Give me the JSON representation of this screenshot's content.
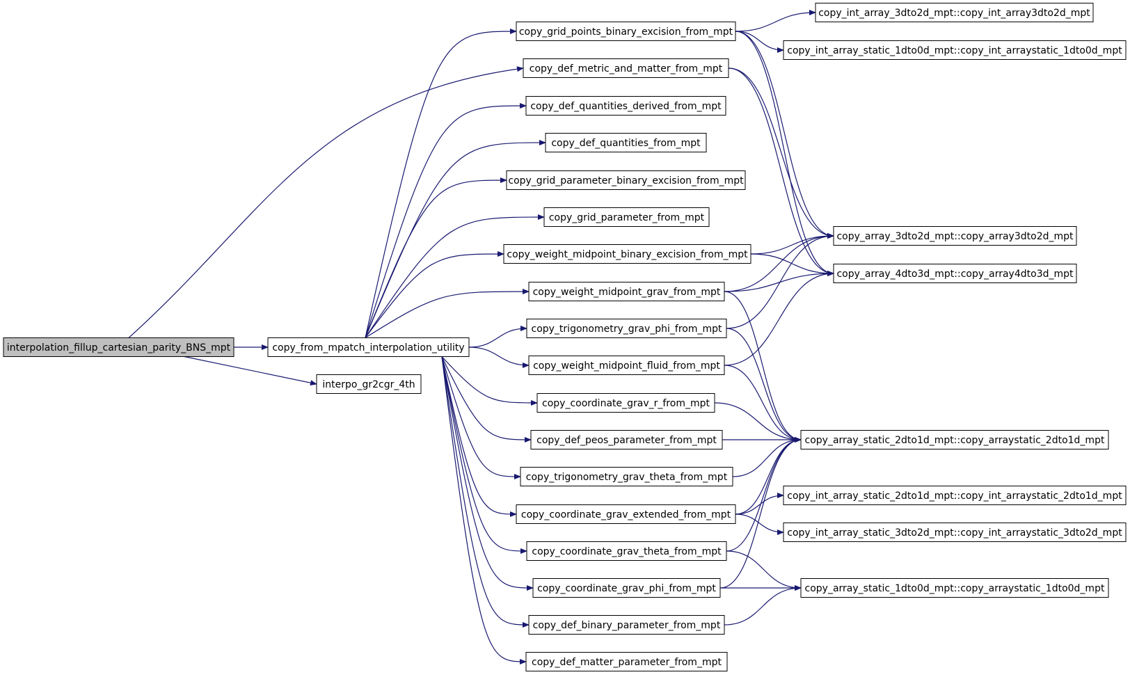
{
  "diagram": {
    "edge_color": "#191970",
    "root_fill": "#bfbfbf",
    "nodes": [
      {
        "id": "root",
        "label": "interpolation_fillup_cartesian_parity_BNS_mpt",
        "root": true
      },
      {
        "id": "util",
        "label": "copy_from_mpatch_interpolation_utility"
      },
      {
        "id": "interpo",
        "label": "interpo_gr2cgr_4th"
      },
      {
        "id": "gpbe",
        "label": "copy_grid_points_binary_excision_from_mpt"
      },
      {
        "id": "dmm",
        "label": "copy_def_metric_and_matter_from_mpt"
      },
      {
        "id": "dqd",
        "label": "copy_def_quantities_derived_from_mpt"
      },
      {
        "id": "dq",
        "label": "copy_def_quantities_from_mpt"
      },
      {
        "id": "gpbex",
        "label": "copy_grid_parameter_binary_excision_from_mpt"
      },
      {
        "id": "gp",
        "label": "copy_grid_parameter_from_mpt"
      },
      {
        "id": "wmbe",
        "label": "copy_weight_midpoint_binary_excision_from_mpt"
      },
      {
        "id": "wmg",
        "label": "copy_weight_midpoint_grav_from_mpt"
      },
      {
        "id": "tgp",
        "label": "copy_trigonometry_grav_phi_from_mpt"
      },
      {
        "id": "wmf",
        "label": "copy_weight_midpoint_fluid_from_mpt"
      },
      {
        "id": "cgr",
        "label": "copy_coordinate_grav_r_from_mpt"
      },
      {
        "id": "dpeos",
        "label": "copy_def_peos_parameter_from_mpt"
      },
      {
        "id": "tgt",
        "label": "copy_trigonometry_grav_theta_from_mpt"
      },
      {
        "id": "cge",
        "label": "copy_coordinate_grav_extended_from_mpt"
      },
      {
        "id": "cgt",
        "label": "copy_coordinate_grav_theta_from_mpt"
      },
      {
        "id": "cgp",
        "label": "copy_coordinate_grav_phi_from_mpt"
      },
      {
        "id": "dbp",
        "label": "copy_def_binary_parameter_from_mpt"
      },
      {
        "id": "dmp",
        "label": "copy_def_matter_parameter_from_mpt"
      },
      {
        "id": "ia3",
        "label": "copy_int_array_3dto2d_mpt::copy_int_array3dto2d_mpt"
      },
      {
        "id": "ias1",
        "label": "copy_int_array_static_1dto0d_mpt::copy_int_arraystatic_1dto0d_mpt"
      },
      {
        "id": "a3",
        "label": "copy_array_3dto2d_mpt::copy_array3dto2d_mpt"
      },
      {
        "id": "a4",
        "label": "copy_array_4dto3d_mpt::copy_array4dto3d_mpt"
      },
      {
        "id": "as2",
        "label": "copy_array_static_2dto1d_mpt::copy_arraystatic_2dto1d_mpt"
      },
      {
        "id": "ias2",
        "label": "copy_int_array_static_2dto1d_mpt::copy_int_arraystatic_2dto1d_mpt"
      },
      {
        "id": "ias3",
        "label": "copy_int_array_static_3dto2d_mpt::copy_int_arraystatic_3dto2d_mpt"
      },
      {
        "id": "as1",
        "label": "copy_array_static_1dto0d_mpt::copy_arraystatic_1dto0d_mpt"
      }
    ],
    "edges": [
      [
        "root",
        "util"
      ],
      [
        "root",
        "interpo"
      ],
      [
        "root",
        "dmm"
      ],
      [
        "util",
        "gpbe"
      ],
      [
        "util",
        "dqd"
      ],
      [
        "util",
        "dq"
      ],
      [
        "util",
        "gpbex"
      ],
      [
        "util",
        "gp"
      ],
      [
        "util",
        "wmbe"
      ],
      [
        "util",
        "wmg"
      ],
      [
        "util",
        "tgp"
      ],
      [
        "util",
        "wmf"
      ],
      [
        "util",
        "cgr"
      ],
      [
        "util",
        "dpeos"
      ],
      [
        "util",
        "tgt"
      ],
      [
        "util",
        "cge"
      ],
      [
        "util",
        "cgt"
      ],
      [
        "util",
        "cgp"
      ],
      [
        "util",
        "dbp"
      ],
      [
        "util",
        "dmp"
      ],
      [
        "gpbe",
        "ia3"
      ],
      [
        "gpbe",
        "ias1"
      ],
      [
        "gpbe",
        "a3"
      ],
      [
        "gpbe",
        "a4"
      ],
      [
        "dmm",
        "a3"
      ],
      [
        "dmm",
        "a4"
      ],
      [
        "wmbe",
        "a3"
      ],
      [
        "wmbe",
        "a4"
      ],
      [
        "wmg",
        "a3"
      ],
      [
        "wmg",
        "a4"
      ],
      [
        "wmg",
        "as2"
      ],
      [
        "tgp",
        "a3"
      ],
      [
        "tgp",
        "as2"
      ],
      [
        "wmf",
        "a4"
      ],
      [
        "wmf",
        "as2"
      ],
      [
        "cgr",
        "as2"
      ],
      [
        "dpeos",
        "as2"
      ],
      [
        "tgt",
        "as2"
      ],
      [
        "cge",
        "as2"
      ],
      [
        "cge",
        "ias2"
      ],
      [
        "cge",
        "ias3"
      ],
      [
        "cgt",
        "as2"
      ],
      [
        "cgt",
        "as1"
      ],
      [
        "cgp",
        "as2"
      ],
      [
        "cgp",
        "as1"
      ],
      [
        "dbp",
        "as1"
      ]
    ]
  }
}
